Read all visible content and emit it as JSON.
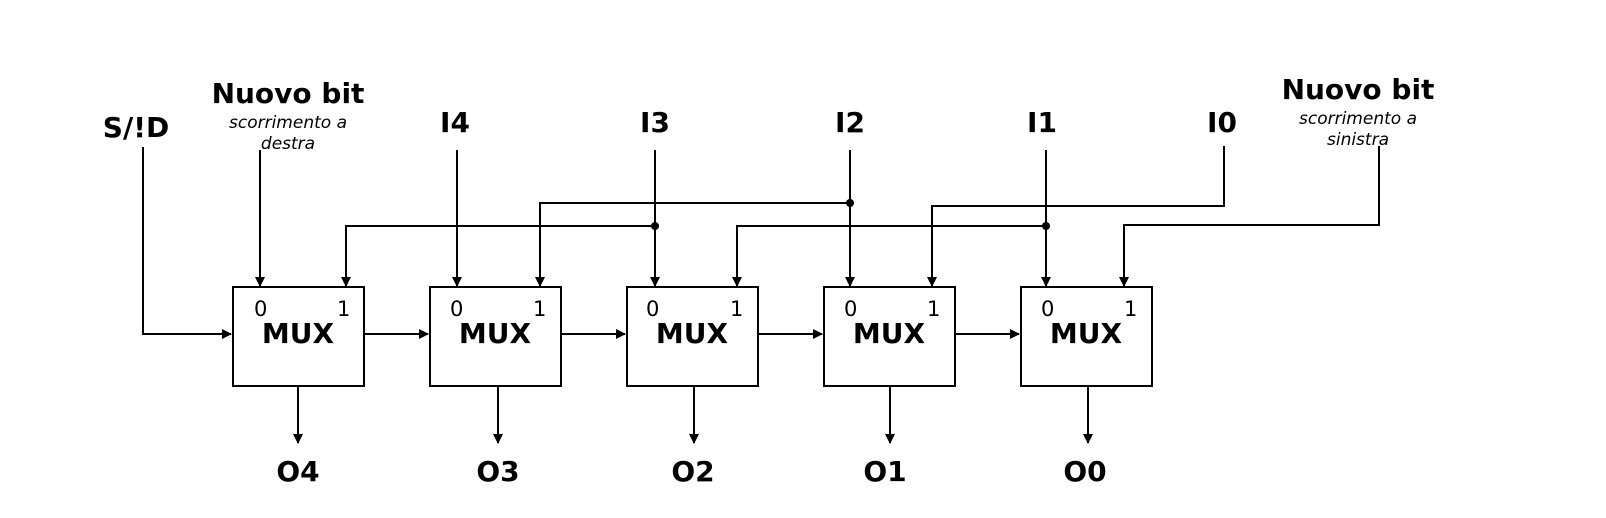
{
  "signals": {
    "sd": "S/!D",
    "new_bit_right": {
      "title": "Nuovo bit",
      "note_line1": "scorrimento a",
      "note_line2": "destra"
    },
    "new_bit_left": {
      "title": "Nuovo bit",
      "note_line1": "scorrimento a",
      "note_line2": "sinistra"
    }
  },
  "inputs": [
    "I4",
    "I3",
    "I2",
    "I1",
    "I0"
  ],
  "muxes": [
    {
      "label": "MUX",
      "in0": "0",
      "in1": "1",
      "output": "O4"
    },
    {
      "label": "MUX",
      "in0": "0",
      "in1": "1",
      "output": "O3"
    },
    {
      "label": "MUX",
      "in0": "0",
      "in1": "1",
      "output": "O2"
    },
    {
      "label": "MUX",
      "in0": "0",
      "in1": "1",
      "output": "O1"
    },
    {
      "label": "MUX",
      "in0": "0",
      "in1": "1",
      "output": "O0"
    }
  ]
}
